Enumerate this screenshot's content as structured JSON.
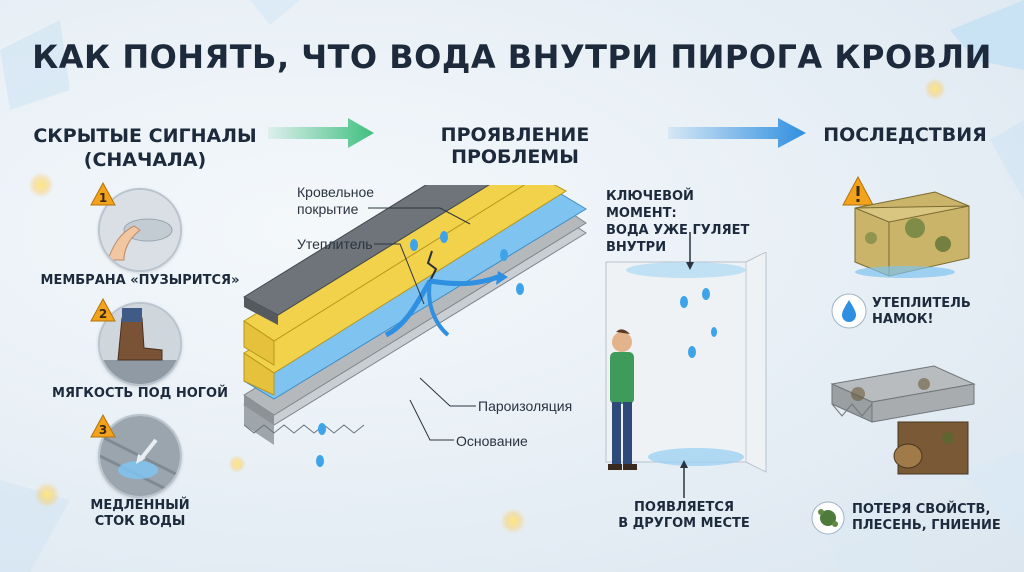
{
  "title": "КАК ПОНЯТЬ, ЧТО ВОДА ВНУТРИ ПИРОГА КРОВЛИ",
  "columns": {
    "hidden": "СКРЫТЫЕ СИГНАЛЫ\n(СНАЧАЛА)",
    "manifest": "ПРОЯВЛЕНИЕ ПРОБЛЕМЫ",
    "consequences": "ПОСЛЕДСТВИЯ"
  },
  "signals": [
    {
      "number": "1",
      "label": "МЕМБРАНА «ПУЗЫРИТСЯ»"
    },
    {
      "number": "2",
      "label": "МЯГКОСТЬ ПОД НОГОЙ"
    },
    {
      "number": "3",
      "label": "МЕДЛЕННЫЙ\nСТОК ВОДЫ"
    }
  ],
  "layers": {
    "roofing": "Кровельное\nпокрытие",
    "insulation": "Утеплитель",
    "vapor": "Пароизоляция",
    "base": "Основание"
  },
  "key_moment": "КЛЮЧЕВОЙ МОМЕНТ:\nВОДА УЖЕ ГУЛЯЕТ\nВНУТРИ",
  "appears": "ПОЯВЛЯЕТСЯ\nВ ДРУГОМ МЕСТЕ",
  "consequences": [
    {
      "label": "УТЕПЛИТЕЛЬ\nНАМОК!"
    },
    {
      "label": "ПОТЕРЯ СВОЙСТВ,\nПЛЕСЕНЬ, ГНИЕНИЕ"
    }
  ],
  "colors": {
    "arrow_green": "#3fbf7f",
    "arrow_blue": "#2f8fe0",
    "badge": "#f2a31b",
    "insulation": "#f1d24a",
    "water": "#3ea3e8"
  }
}
